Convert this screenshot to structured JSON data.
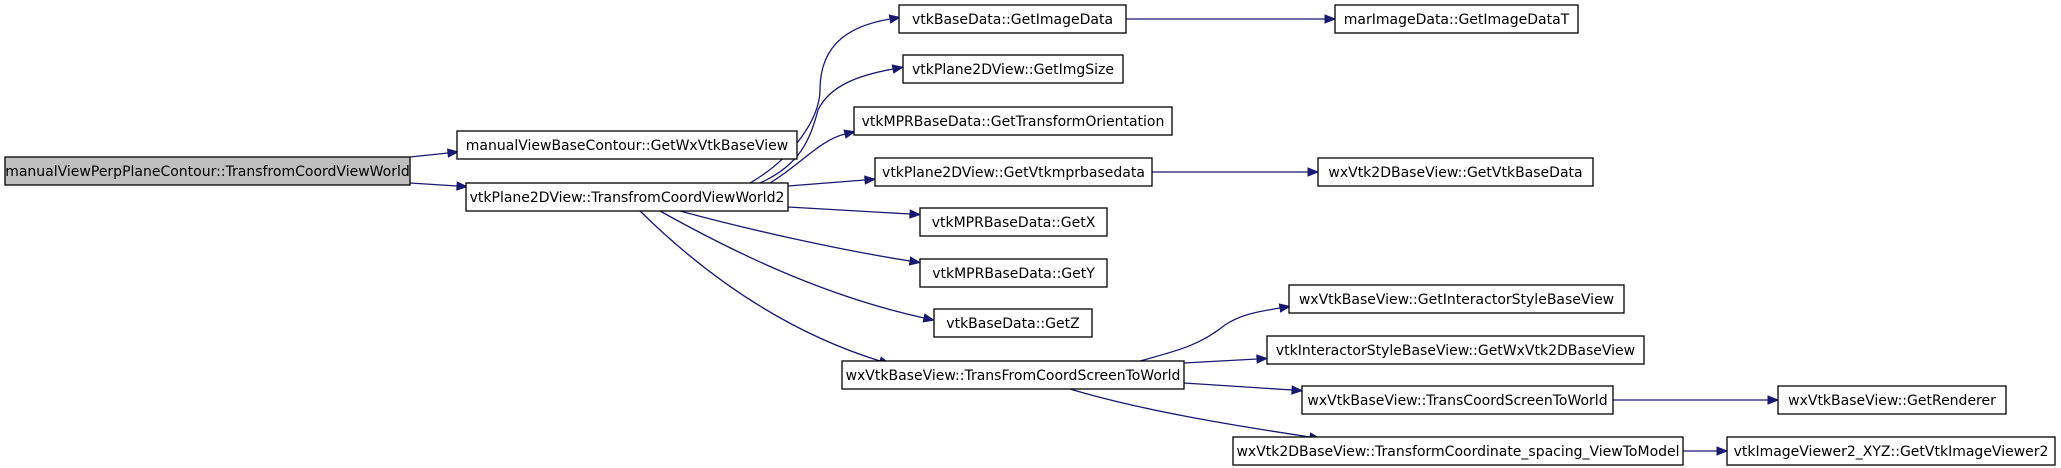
{
  "colors": {
    "edge": "#191970",
    "root_fill": "#bfbfbf",
    "node_fill": "#ffffff",
    "node_border": "#000000"
  },
  "nodes": [
    {
      "id": "n0",
      "label": "manualViewPerpPlaneContour::TransfromCoordViewWorld",
      "root": true
    },
    {
      "id": "n1",
      "label": "manualViewBaseContour::GetWxVtkBaseView"
    },
    {
      "id": "n2",
      "label": "vtkPlane2DView::TransfromCoordViewWorld2"
    },
    {
      "id": "n3",
      "label": "vtkBaseData::GetImageData"
    },
    {
      "id": "n4",
      "label": "marImageData::GetImageDataT"
    },
    {
      "id": "n5",
      "label": "vtkPlane2DView::GetImgSize"
    },
    {
      "id": "n6",
      "label": "vtkMPRBaseData::GetTransformOrientation"
    },
    {
      "id": "n7",
      "label": "vtkPlane2DView::GetVtkmprbasedata"
    },
    {
      "id": "n8",
      "label": "wxVtk2DBaseView::GetVtkBaseData"
    },
    {
      "id": "n9",
      "label": "vtkMPRBaseData::GetX"
    },
    {
      "id": "n10",
      "label": "vtkMPRBaseData::GetY"
    },
    {
      "id": "n11",
      "label": "vtkBaseData::GetZ"
    },
    {
      "id": "n12",
      "label": "wxVtkBaseView::TransFromCoordScreenToWorld"
    },
    {
      "id": "n13",
      "label": "wxVtkBaseView::GetInteractorStyleBaseView"
    },
    {
      "id": "n14",
      "label": "vtkInteractorStyleBaseView::GetWxVtk2DBaseView"
    },
    {
      "id": "n15",
      "label": "wxVtkBaseView::TransCoordScreenToWorld"
    },
    {
      "id": "n16",
      "label": "wxVtkBaseView::GetRenderer"
    },
    {
      "id": "n17",
      "label": "wxVtk2DBaseView::TransformCoordinate_spacing_ViewToModel"
    },
    {
      "id": "n18",
      "label": "vtkImageViewer2_XYZ::GetVtkImageViewer2"
    }
  ],
  "edges": [
    {
      "from": "n0",
      "to": "n1"
    },
    {
      "from": "n0",
      "to": "n2"
    },
    {
      "from": "n2",
      "to": "n3"
    },
    {
      "from": "n3",
      "to": "n4"
    },
    {
      "from": "n2",
      "to": "n5"
    },
    {
      "from": "n2",
      "to": "n6"
    },
    {
      "from": "n2",
      "to": "n7"
    },
    {
      "from": "n7",
      "to": "n8"
    },
    {
      "from": "n2",
      "to": "n9"
    },
    {
      "from": "n2",
      "to": "n10"
    },
    {
      "from": "n2",
      "to": "n11"
    },
    {
      "from": "n2",
      "to": "n12"
    },
    {
      "from": "n12",
      "to": "n13"
    },
    {
      "from": "n12",
      "to": "n14"
    },
    {
      "from": "n12",
      "to": "n15"
    },
    {
      "from": "n15",
      "to": "n16"
    },
    {
      "from": "n12",
      "to": "n17"
    },
    {
      "from": "n17",
      "to": "n18"
    }
  ]
}
